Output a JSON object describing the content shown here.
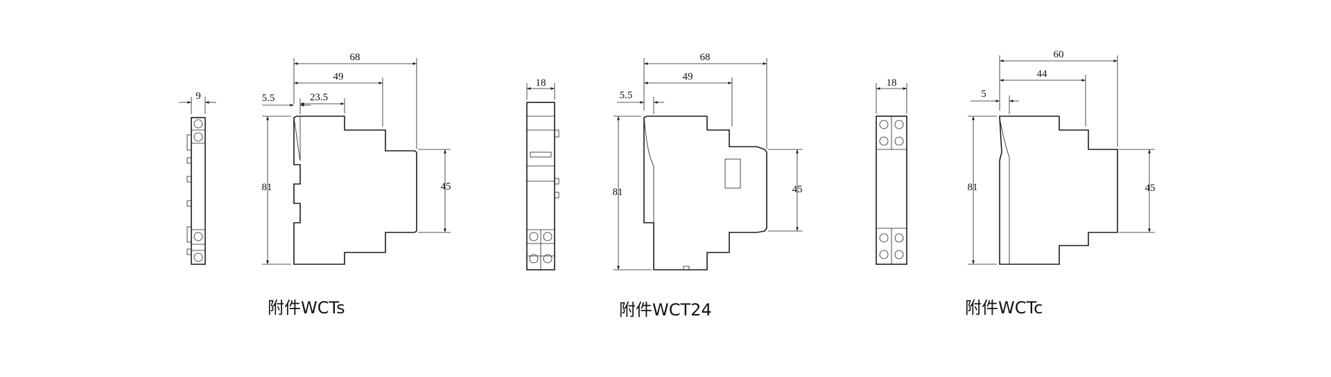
{
  "captions": {
    "wcts": "附件WCTs",
    "wct24": "附件WCT24",
    "wctc": "附件WCTc"
  },
  "dimensions": {
    "wcts": {
      "width": "9",
      "depth_total": "68",
      "depth_mid": "49",
      "depth_step": "23.5",
      "front_offset": "5.5",
      "height": "81",
      "front_height": "45"
    },
    "wct24": {
      "width": "18",
      "depth_total": "68",
      "depth_mid": "49",
      "front_offset": "5.5",
      "height": "81",
      "front_height": "45"
    },
    "wctc": {
      "width": "18",
      "depth_total": "60",
      "depth_mid": "44",
      "front_offset": "5",
      "height": "81",
      "front_height": "45"
    }
  }
}
